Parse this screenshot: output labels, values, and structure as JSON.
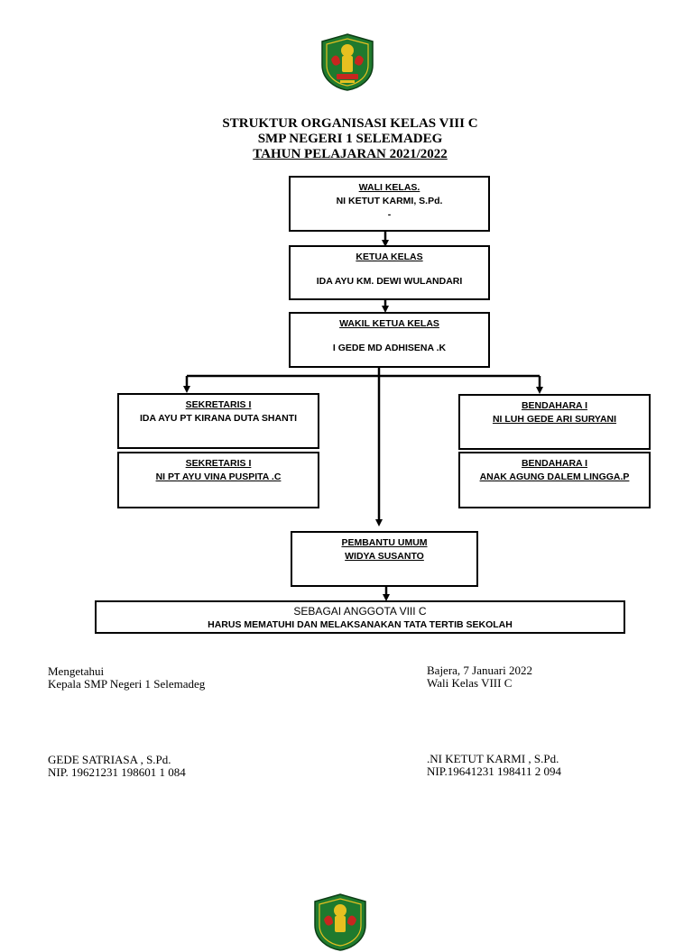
{
  "title": {
    "line1": "STRUKTUR ORGANISASI KELAS VIII C",
    "line2": "SMP NEGERI 1 SELEMADEG",
    "line3": "TAHUN PELAJARAN 2021/2022"
  },
  "boxes": {
    "wali": {
      "role": "WALI  KELAS.",
      "name": "NI KETUT KARMI, S.Pd.",
      "extra": "-"
    },
    "ketua": {
      "role": "KETUA  KELAS",
      "name": "IDA AYU KM. DEWI WULANDARI"
    },
    "wakil": {
      "role": "WAKIL KETUA KELAS",
      "name": "I GEDE MD ADHISENA .K"
    },
    "sekretaris1": {
      "role": "SEKRETARIS I",
      "name": "IDA AYU PT KIRANA DUTA SHANTI"
    },
    "sekretaris2": {
      "role": "SEKRETARIS I",
      "name": "NI PT AYU VINA PUSPITA .C"
    },
    "bendahara1": {
      "role": "BENDAHARA I",
      "name": "NI LUH GEDE ARI SURYANI"
    },
    "bendahara2": {
      "role": "BENDAHARA I",
      "name": "ANAK AGUNG DALEM LINGGA.P "
    },
    "pembantu": {
      "role": "PEMBANTU UMUM ",
      "name": "WIDYA SUSANTO"
    },
    "anggota": {
      "role": "SEBAGAI ANGGOTA VIII C",
      "name": "HARUS  MEMATUHI DAN MELAKSANAKAN TATA TERTIB SEKOLAH"
    }
  },
  "signatures": {
    "left": {
      "line1": "Mengetahui",
      "line2": "Kepala SMP Negeri 1 Selemadeg",
      "name": "GEDE SATRIASA , S.Pd.",
      "nip": "NIP. 19621231 198601 1 084"
    },
    "right": {
      "line1": "Bajera, 7 Januari 2022",
      "line2": "Wali Kelas VIII C",
      "name": ".NI KETUT KARMI , S.Pd.",
      "nip": "NIP.19641231 198411 2 094"
    }
  },
  "colors": {
    "logo_green": "#1f7a2e",
    "logo_red": "#c8261f",
    "logo_gold": "#e6c020"
  },
  "icons": [
    "school-emblem-icon"
  ]
}
